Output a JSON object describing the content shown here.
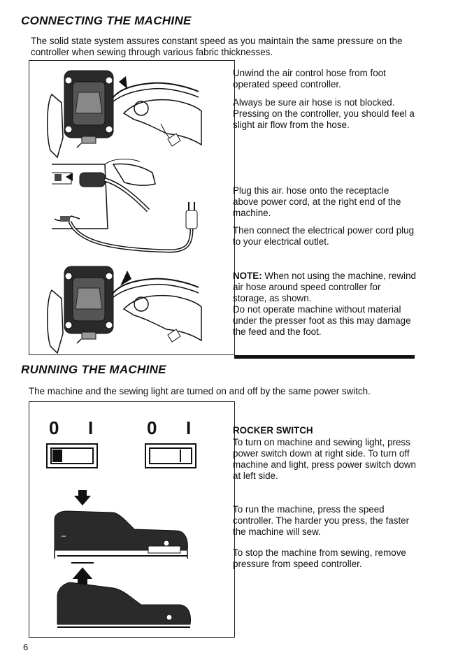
{
  "connecting": {
    "title": "CONNECTING THE MACHINE",
    "intro": "The solid state system assures constant speed as you maintain the same pressure on the controller when sewing through various fabric thicknesses.",
    "p1": "Unwind the air control hose from foot operated speed controller.",
    "p2": "Always be sure air hose is not blocked. Pressing on the controller, you should feel a slight air flow from the hose.",
    "p3": "Plug this air. hose onto the receptacle above power cord, at the right end of the machine.",
    "p4": "Then connect the electrical power cord plug to your electrical outlet.",
    "note_label": "NOTE:",
    "note_text": " When not using the machine, rewind air hose around speed controller for storage, as shown.",
    "note_text2": "Do not operate machine without material under the presser foot as this may damage the feed and the foot."
  },
  "running": {
    "title": "RUNNING THE MACHINE",
    "intro": "The machine and the sewing light are turned on and off by the same power switch.",
    "switch_left_off": "0",
    "switch_left_on": "I",
    "switch_right_off": "0",
    "switch_right_on": "I",
    "rocker_title": "ROCKER SWITCH",
    "rocker_text": "To turn on machine and sewing light, press power switch down at right side. To turn off machine and light, press power switch down at left side.",
    "run_text": "To run the machine, press the speed controller. The harder you press, the faster the machine will sew.",
    "stop_text": "To stop the machine from sewing, remove pressure from speed controller."
  },
  "page_number": "6"
}
